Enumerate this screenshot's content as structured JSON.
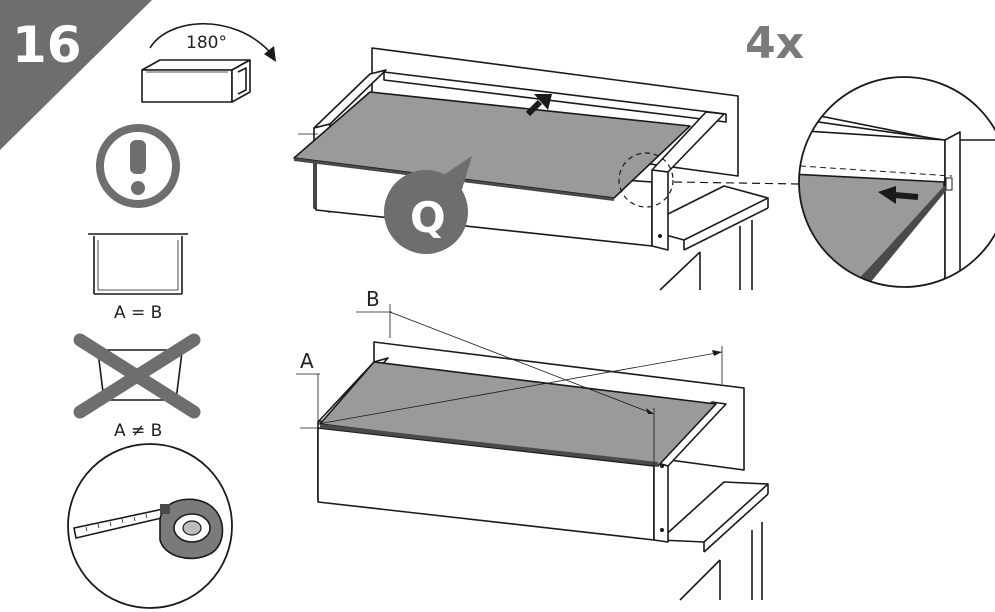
{
  "step": {
    "number": "16"
  },
  "quantity": "4x",
  "rotation": {
    "label": "180°"
  },
  "part": {
    "label": "Q"
  },
  "checks": {
    "equal": "A = B",
    "not_equal": "A ≠ B"
  },
  "dimensions": {
    "a": "A",
    "b": "B"
  },
  "colors": {
    "step_badge": "#6e6e6e",
    "board": "#9a9a9a",
    "warning": "#6e6e6e",
    "quantity": "#7a7a7a"
  },
  "icons": [
    "warning-icon",
    "rotate-180-icon",
    "tape-measure-icon",
    "cross-icon",
    "arrow-icon"
  ]
}
